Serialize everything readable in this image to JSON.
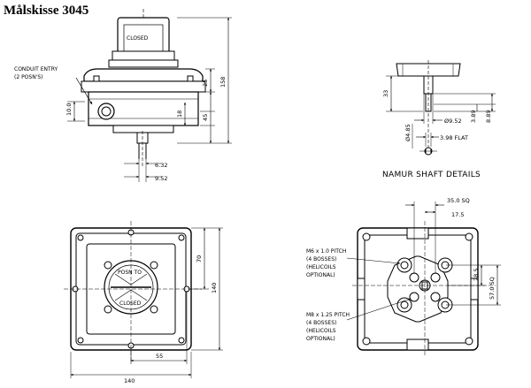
{
  "title": "Målskisse 3045",
  "side_view": {
    "cap_label": "CLOSED",
    "callout_conduit": [
      "CONDUIT ENTRY",
      "(2 POSN'S)"
    ],
    "dims": {
      "d10": "10.0",
      "d25": "25",
      "d158": "158",
      "d18": "18",
      "d45": "45",
      "d632": "6.32",
      "d952": "9.52"
    }
  },
  "namur": {
    "section_title": "NAMUR SHAFT DETAILS",
    "dims": {
      "d33": "33",
      "d952": "Ø9.52",
      "d389": "3.89",
      "d889": "8.89",
      "d485": "Ø4.85",
      "d398": "3.98 FLAT"
    }
  },
  "top_view": {
    "labels": [
      "POSN TO",
      "CLOSED"
    ],
    "dims": {
      "d70": "70",
      "d140v": "140",
      "d55": "55",
      "d140h": "140"
    }
  },
  "base_view": {
    "callout_m6": [
      "M6 x 1.0 PITCH",
      "(4 BOSSES)",
      "(HELICOILS",
      "OPTIONAL)"
    ],
    "callout_m8": [
      "M8 x 1.25 PITCH",
      "(4 BOSSES)",
      "(HELICOILS",
      "OPTIONAL)"
    ],
    "dims": {
      "d35": "35.0 SQ",
      "d175": "17.5",
      "d285": "28.5",
      "d57": "57.0 SQ"
    }
  }
}
